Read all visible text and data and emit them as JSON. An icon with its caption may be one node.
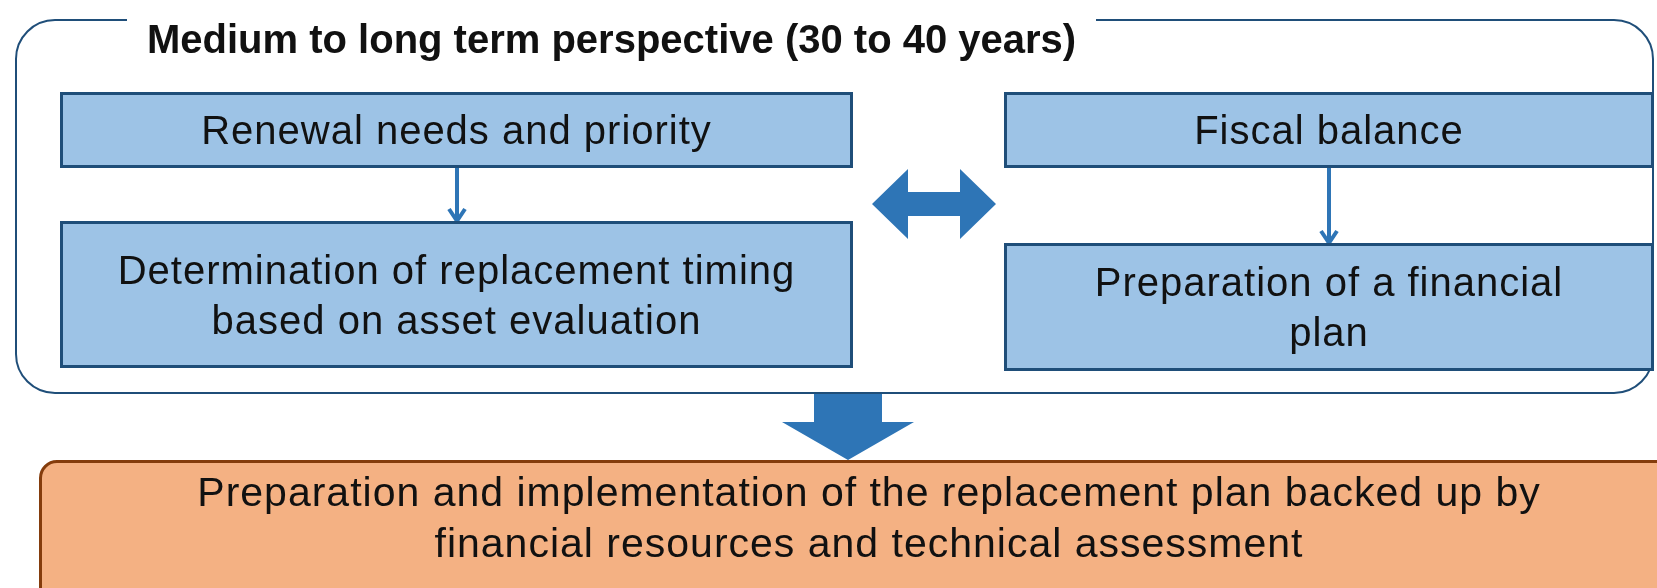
{
  "diagram": {
    "nodes": [
      {
        "text": [
          "Medium to long term perspective (30 to 40 years)"
        ]
      },
      {
        "text": [
          "Renewal needs and priority"
        ],
        "in": 0
      },
      {
        "text": [
          "Determination of replacement timing based on asset evaluation"
        ],
        "in": 0
      },
      {
        "text": [
          "Fiscal balance"
        ],
        "in": 0
      },
      {
        "text": [
          "Preparation of a financial plan"
        ],
        "in": 0
      },
      {
        "text": [
          "Preparation and implementation of the replacement plan backed up by financial resources and technical assessment"
        ]
      }
    ],
    "edges": [
      {
        "from": 1,
        "to": 2,
        "arrow": "to"
      },
      {
        "from": 3,
        "to": 4,
        "arrow": "to"
      },
      {
        "from": 2,
        "to": 4,
        "arrow": "both",
        "style": "thick"
      },
      {
        "from": 0,
        "to": 5,
        "arrow": "to",
        "style": "thick"
      }
    ]
  }
}
